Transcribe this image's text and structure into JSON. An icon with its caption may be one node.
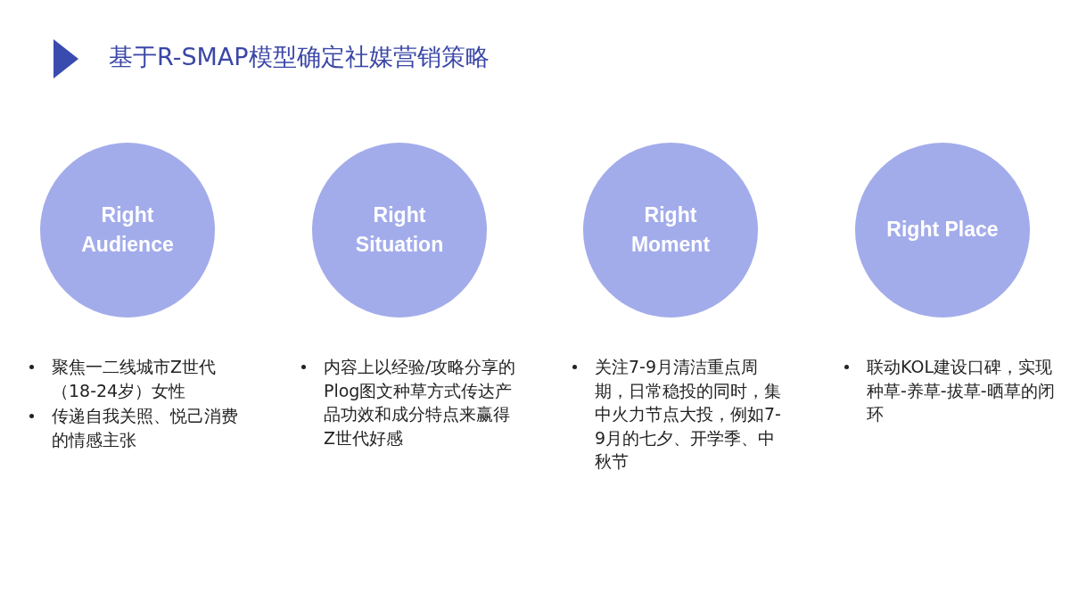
{
  "diagram": {
    "title": "基于R-SMAP模型确定社媒营销策略",
    "nodes": [
      {
        "text": [
          "Right Audience"
        ],
        "beside": [
          "聚焦一二线城市Z世代（18-24岁）女性",
          "传递自我关照、悦己消费的情感主张"
        ]
      },
      {
        "text": [
          "Right Situation"
        ],
        "beside": [
          "内容上以经验/攻略分享的Plog图文种草方式传达产品功效和成分特点来赢得Z世代好感"
        ]
      },
      {
        "text": [
          "Right Moment"
        ],
        "beside": [
          "关注7-9月清洁重点周期，日常稳投的同时，集中火力节点大投，例如7-9月的七夕、开学季、中秋节"
        ]
      },
      {
        "text": [
          "Right Place"
        ],
        "beside": [
          "联动KOL建设口碑，实现种草-养草-拔草-晒草的闭环"
        ]
      }
    ]
  }
}
